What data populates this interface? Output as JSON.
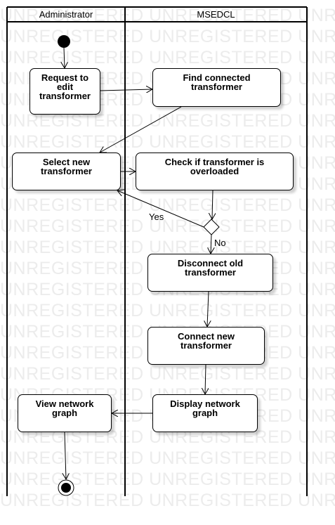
{
  "watermark": {
    "text": "UNREGISTERED UNREGISTERED UNREGISTERED"
  },
  "lanes": {
    "administrator": "Administrator",
    "msedcl": "MSEDCL"
  },
  "nodes": {
    "request_edit": "Request to\nedit\ntransformer",
    "find_connected": "Find connected\ntransformer",
    "select_new": "Select new\ntransformer",
    "check_overloaded": "Check if transformer is\noverloaded",
    "disconnect_old": "Disconnect old\ntransformer",
    "connect_new": "Connect new\ntransformer",
    "display_graph": "Display network\ngraph",
    "view_graph": "View network\ngraph"
  },
  "guards": {
    "yes": "Yes",
    "no": "No"
  }
}
